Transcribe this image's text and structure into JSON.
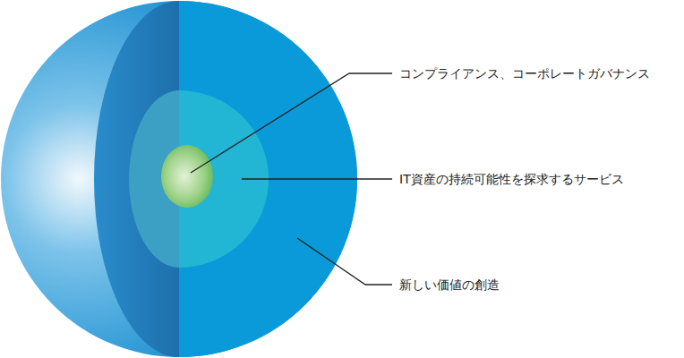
{
  "diagram": {
    "labels": [
      "コンプライアンス、コーポレートガバナンス",
      "IT資産の持続可能性を探求するサービス",
      "新しい価値の創造"
    ]
  }
}
